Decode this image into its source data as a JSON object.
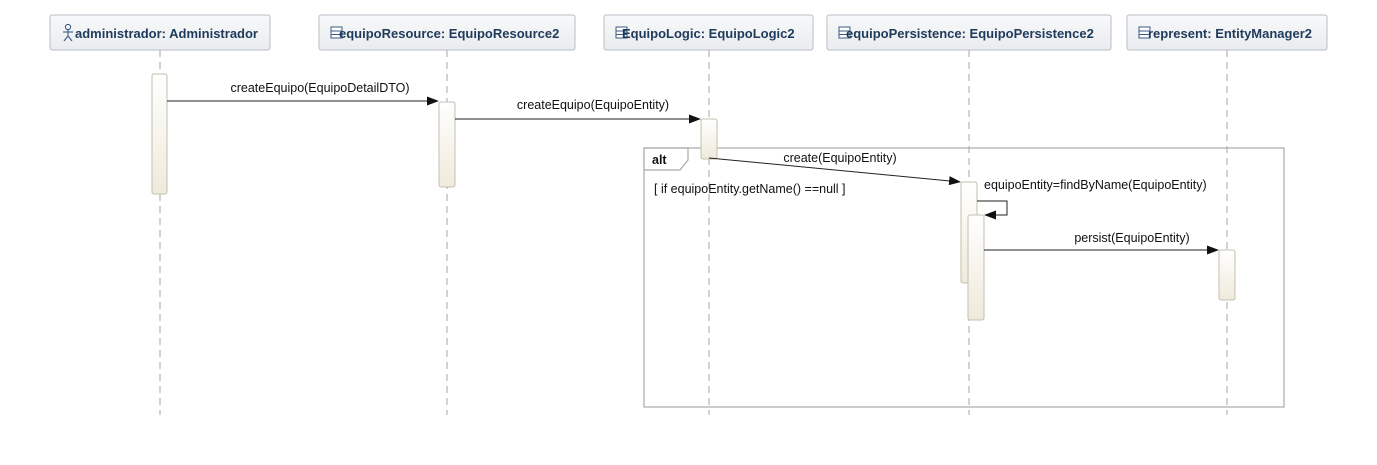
{
  "lifelines": [
    {
      "name": "administrador: Administrador",
      "icon": "actor-icon"
    },
    {
      "name": "equipoResource: EquipoResource2",
      "icon": "class-icon"
    },
    {
      "name": "EquipoLogic: EquipoLogic2",
      "icon": "class-icon"
    },
    {
      "name": "equipoPersistence: EquipoPersistence2",
      "icon": "class-icon"
    },
    {
      "name": "represent: EntityManager2",
      "icon": "class-icon"
    }
  ],
  "messages": [
    {
      "label": "createEquipo(EquipoDetailDTO)"
    },
    {
      "label": "createEquipo(EquipoEntity)"
    },
    {
      "label": "create(EquipoEntity)"
    },
    {
      "label": "equipoEntity=findByName(EquipoEntity)"
    },
    {
      "label": "persist(EquipoEntity)"
    }
  ],
  "fragment": {
    "operator": "alt",
    "guard": "[ if equipoEntity.getName() ==null ]"
  },
  "colors": {
    "header_fill": "#f2f3f4",
    "header_stroke": "#b9bfc6",
    "header_text": "#1f3a5a",
    "lifeline": "#b4b4b4",
    "activation_fill": "#f3efe4",
    "activation_stroke": "#c4bfae",
    "fragment_stroke": "#a9a9a9"
  }
}
